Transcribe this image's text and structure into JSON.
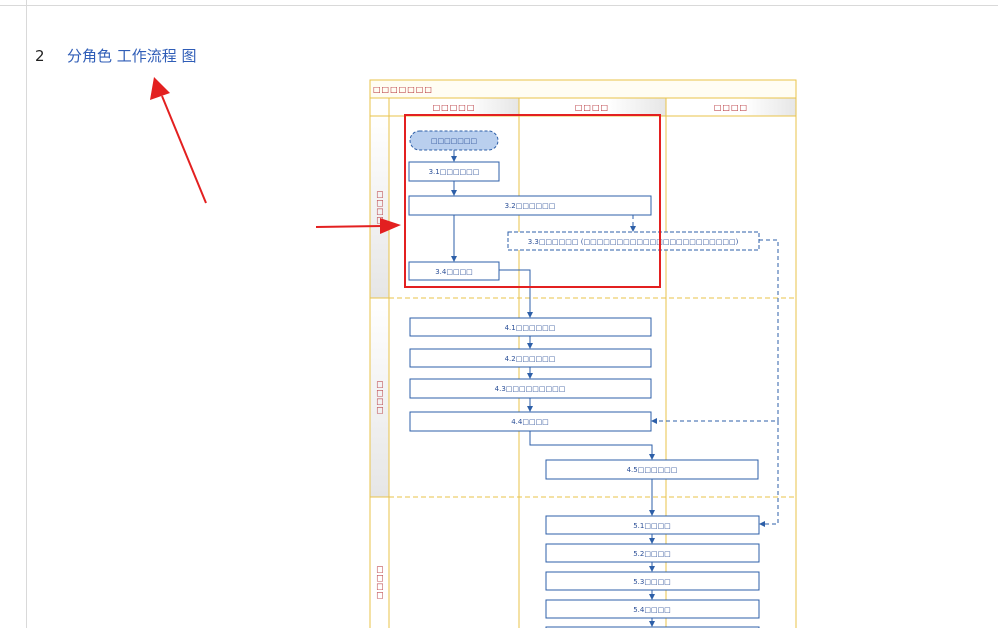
{
  "heading": {
    "number": "2",
    "title": "分角色 工作流程 图"
  },
  "diagram": {
    "title": "□□□□□□□",
    "columns": [
      "□□□□□",
      "□□□□",
      "□□□□"
    ],
    "lanes": [
      "□□□□",
      "□□□□",
      "□□□□"
    ],
    "nodes": {
      "start": "□□□□□□□",
      "n31": "3.1□□□□□□",
      "n32": "3.2□□□□□□",
      "n33": "3.3□□□□□□ (□□□□□□□□□□□□□□□□□□□□□□□)",
      "n34": "3.4□□□□",
      "n41": "4.1□□□□□□",
      "n42": "4.2□□□□□□",
      "n43": "4.3□□□□□□□□□",
      "n44": "4.4□□□□",
      "n45": "4.5□□□□□□",
      "n51": "5.1□□□□",
      "n52": "5.2□□□□",
      "n53": "5.3□□□□",
      "n54": "5.4□□□□"
    }
  },
  "colors": {
    "highlight": "#e32020",
    "lane_border": "#e8c34a",
    "node_border": "#2d5fa8",
    "heading_link": "#2f5db7"
  }
}
